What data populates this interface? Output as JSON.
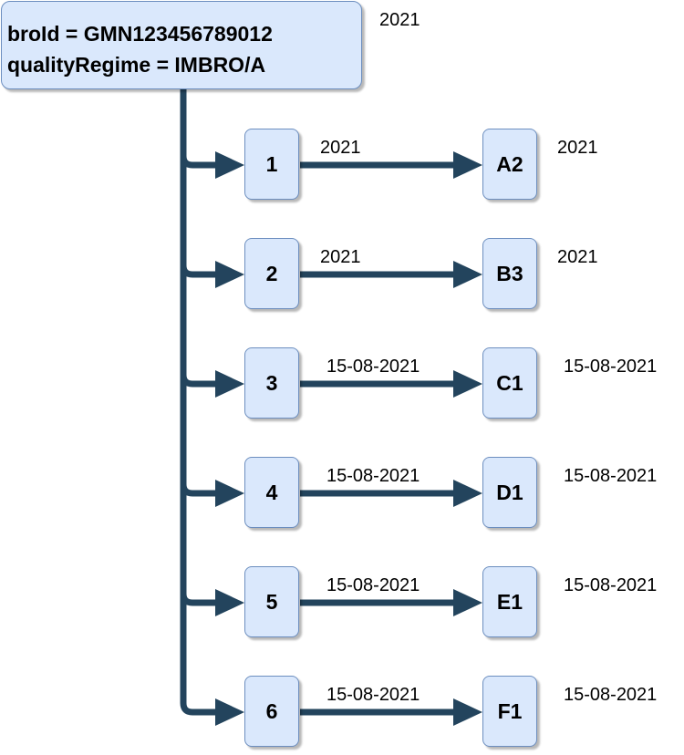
{
  "root": {
    "line1": "broId = GMN123456789012",
    "line2": "qualityRegime = IMBRO/A",
    "date": "2021"
  },
  "rows": [
    {
      "left": "1",
      "right": "A2",
      "edge_date": "2021",
      "right_date": "2021"
    },
    {
      "left": "2",
      "right": "B3",
      "edge_date": "2021",
      "right_date": "2021"
    },
    {
      "left": "3",
      "right": "C1",
      "edge_date": "15-08-2021",
      "right_date": "15-08-2021"
    },
    {
      "left": "4",
      "right": "D1",
      "edge_date": "15-08-2021",
      "right_date": "15-08-2021"
    },
    {
      "left": "5",
      "right": "E1",
      "edge_date": "15-08-2021",
      "right_date": "15-08-2021"
    },
    {
      "left": "6",
      "right": "F1",
      "edge_date": "15-08-2021",
      "right_date": "15-08-2021"
    }
  ],
  "colors": {
    "edge": "#23445d",
    "node_fill": "#dae8fc",
    "node_stroke": "#6c8ebf"
  }
}
